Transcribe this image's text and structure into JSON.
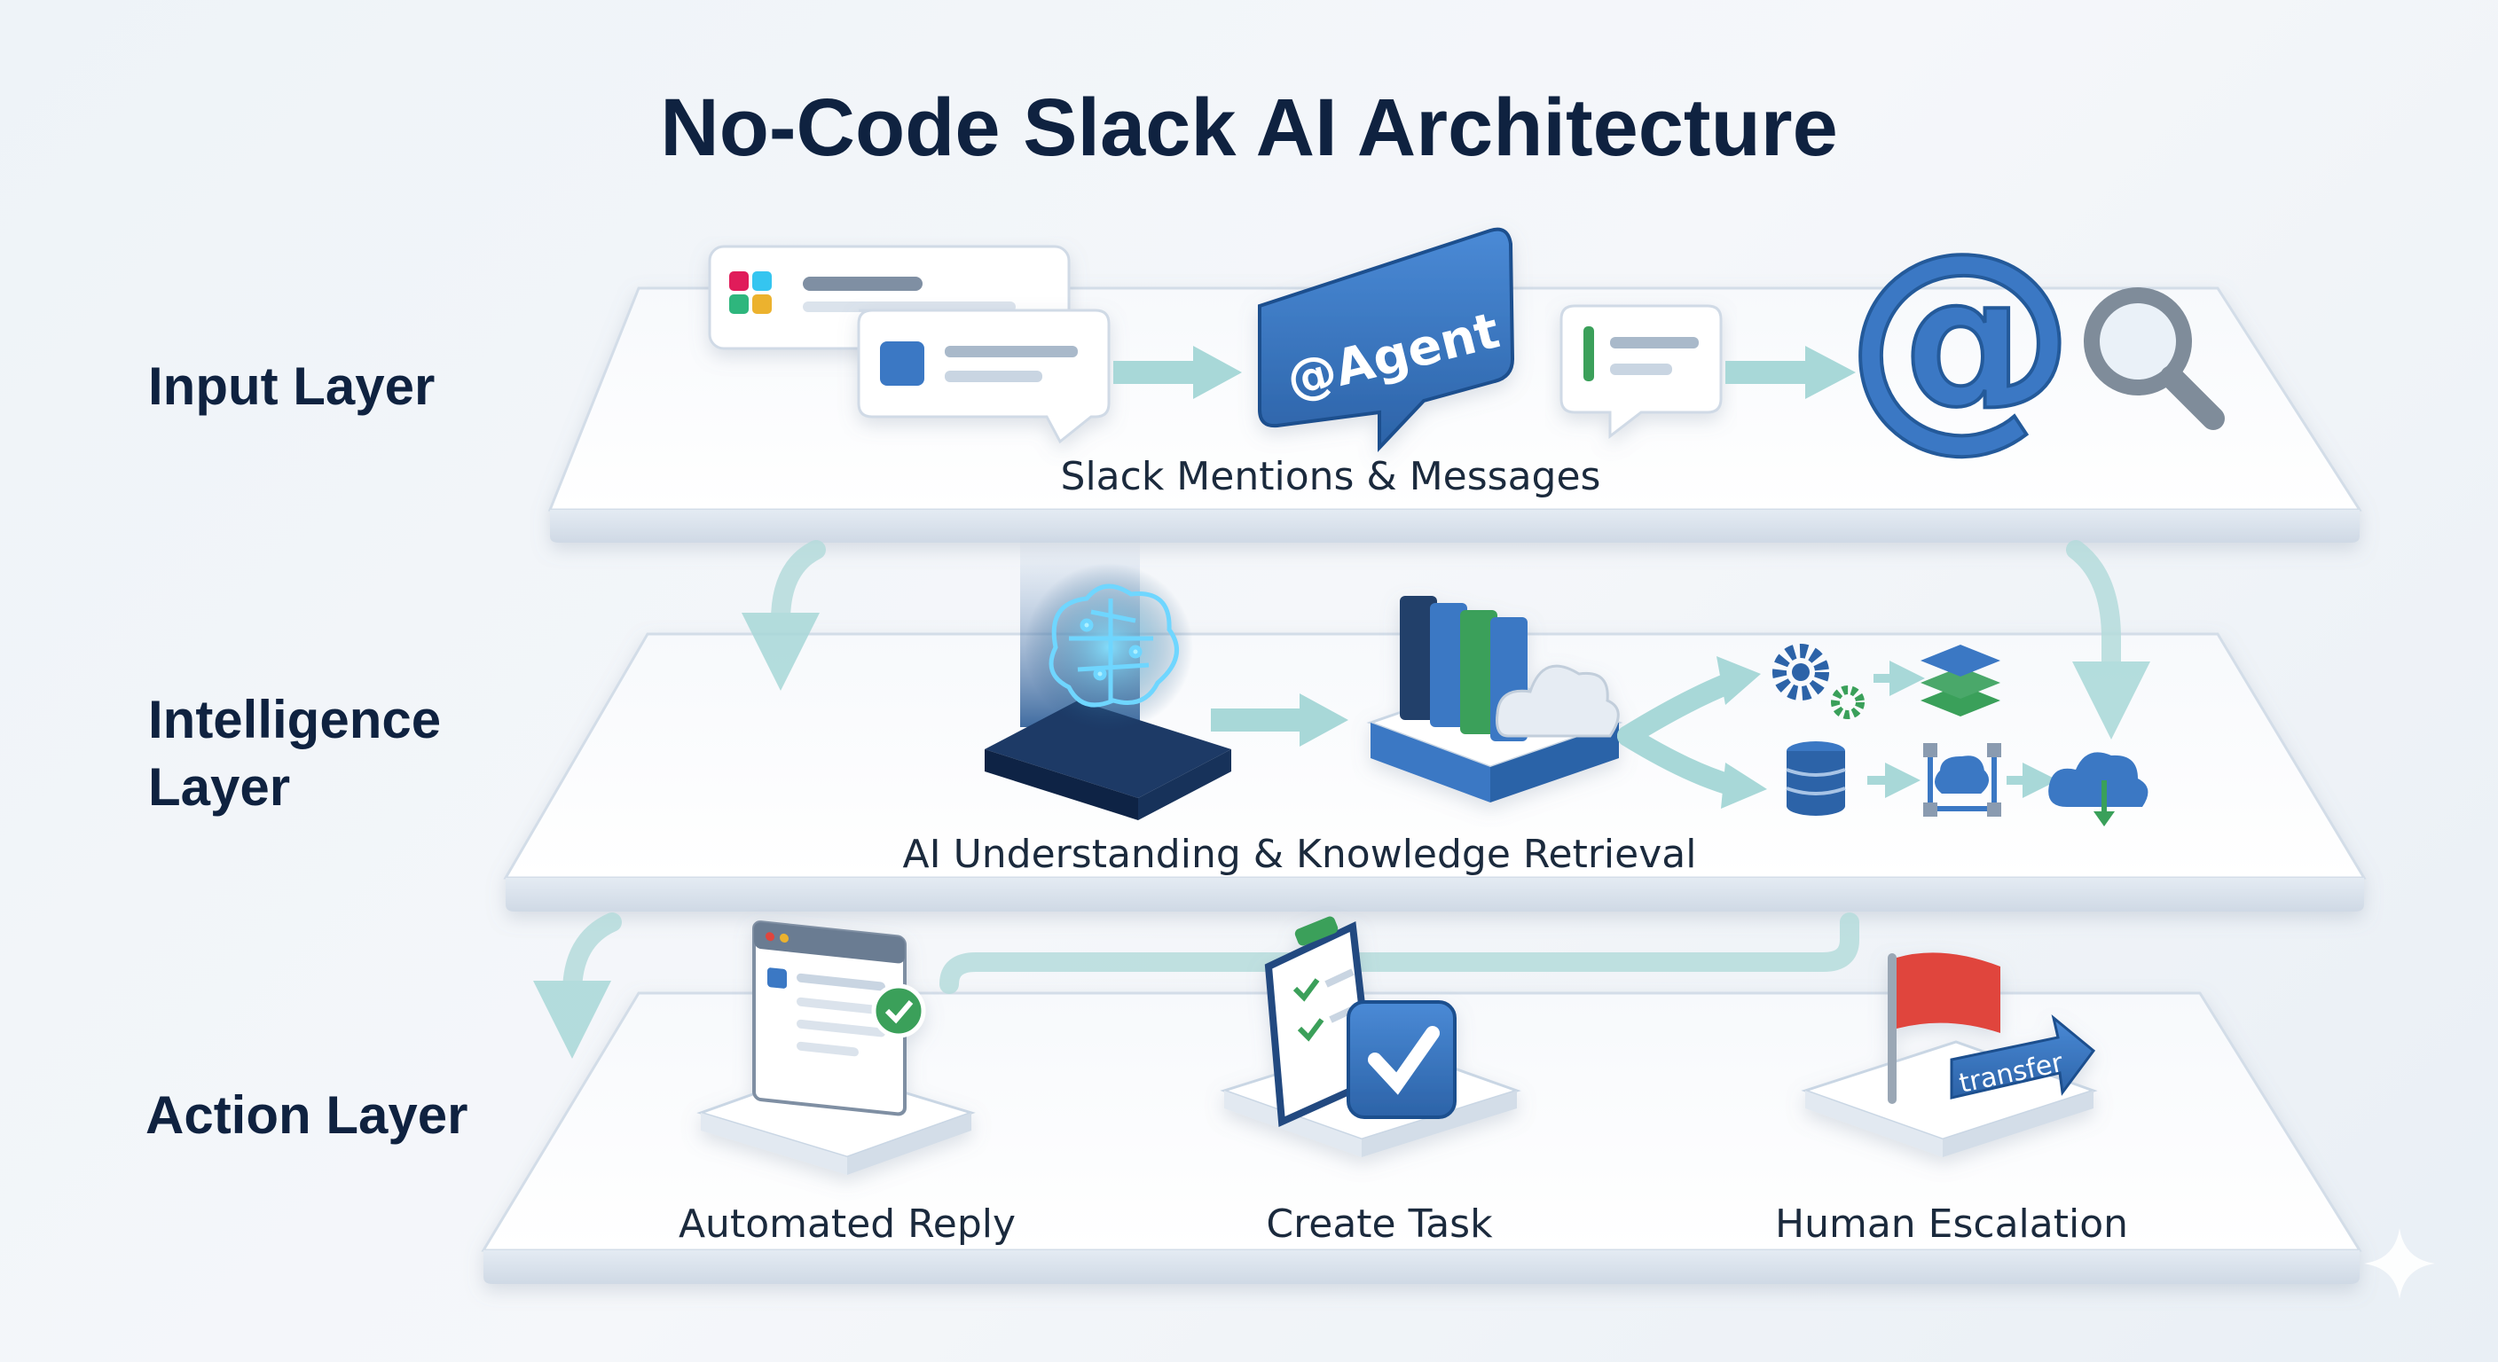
{
  "title": "No-Code Slack AI Architecture",
  "layers": {
    "input": {
      "label": "Input Layer",
      "caption": "Slack Mentions & Messages"
    },
    "intelligence": {
      "label_line1": "Intelligence",
      "label_line2": "Layer",
      "caption": "AI Understanding & Knowledge Retrieval"
    },
    "action": {
      "label": "Action Layer"
    }
  },
  "input_elements": {
    "agent_tag": "@Agent",
    "at_symbol": "@"
  },
  "actions": [
    {
      "label": "Automated Reply"
    },
    {
      "label": "Create Task"
    },
    {
      "label": "Human Escalation"
    }
  ],
  "escalation_badge": "transfer",
  "colors": {
    "title": "#0f2240",
    "accent_blue": "#3b78c4",
    "flow_teal": "#a8d8d8",
    "green": "#3aa05a",
    "flag_red": "#e0443c"
  }
}
